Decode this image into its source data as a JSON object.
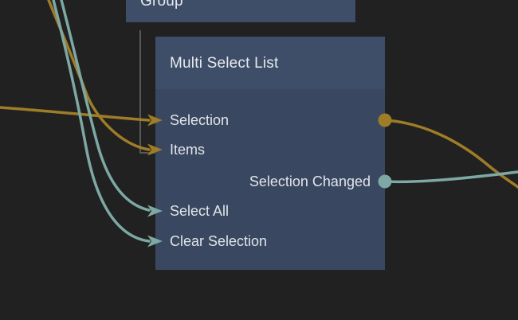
{
  "canvas": {
    "background": "#212121"
  },
  "colors": {
    "gold": "#9e7c28",
    "teal": "#7da8a3",
    "node_header": "#3e4d68",
    "node_body": "#394760",
    "hierarchy_line": "#585858",
    "label_text": "#e1e5ea"
  },
  "nodes": {
    "group": {
      "title": "Group"
    },
    "multi_select_list": {
      "title": "Multi Select List",
      "inputs": [
        {
          "label": "Selection",
          "wire_color": "gold"
        },
        {
          "label": "Items",
          "wire_color": "gold"
        },
        {
          "label": "Select All",
          "wire_color": "teal"
        },
        {
          "label": "Clear Selection",
          "wire_color": "teal"
        }
      ],
      "outputs": [
        {
          "label": "",
          "port_color": "gold"
        },
        {
          "label": "Selection Changed",
          "port_color": "teal"
        }
      ]
    }
  }
}
